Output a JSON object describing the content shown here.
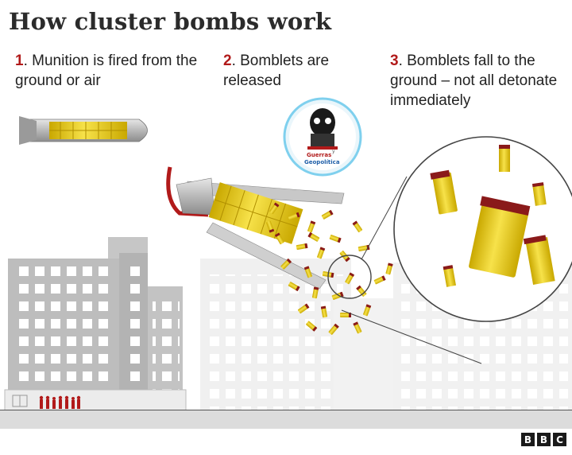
{
  "title": "How cluster bombs work",
  "steps": [
    {
      "num": "1",
      "text": ". Munition is fired from the ground or air"
    },
    {
      "num": "2",
      "text": ". Bomblets are released"
    },
    {
      "num": "3",
      "text": ". Bomblets fall to the ground – not all detonate immediately"
    }
  ],
  "watermark": {
    "line1": "Guerras",
    "amp": "y",
    "line2": "Geopolítica"
  },
  "logo": {
    "letters": [
      "B",
      "B",
      "C"
    ]
  },
  "colors": {
    "accent_red": "#b11a1a",
    "bomblet_yellow": "#e8c81a",
    "building_gray": "#b9b9b9",
    "ground": "#d9d9d9"
  }
}
